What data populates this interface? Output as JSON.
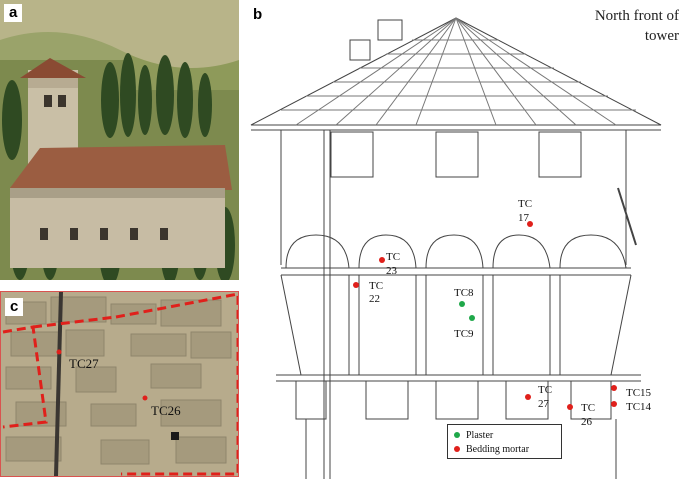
{
  "panel_a": {
    "letter": "a"
  },
  "panel_b": {
    "letter": "b",
    "caption_line1": "North front of",
    "caption_line2": "tower",
    "samples": [
      {
        "label_top": "TC",
        "label_bottom": "17",
        "type": "mortar"
      },
      {
        "label_top": "TC",
        "label_bottom": "23",
        "type": "mortar"
      },
      {
        "label_top": "TC",
        "label_bottom": "22",
        "type": "mortar"
      },
      {
        "label_top": "TC8",
        "label_bottom": "",
        "type": "plaster"
      },
      {
        "label_top": "TC9",
        "label_bottom": "",
        "type": "plaster"
      },
      {
        "label_top": "TC",
        "label_bottom": "27",
        "type": "mortar"
      },
      {
        "label_top": "TC",
        "label_bottom": "26",
        "type": "mortar"
      },
      {
        "label_top": "TC15",
        "label_bottom": "",
        "type": "mortar"
      },
      {
        "label_top": "TC14",
        "label_bottom": "",
        "type": "mortar"
      }
    ],
    "legend": {
      "plaster_label": "Plaster",
      "mortar_label": "Bedding mortar",
      "plaster_color": "#1fa84a",
      "mortar_color": "#e0201b"
    }
  },
  "panel_c": {
    "letter": "c",
    "labels": [
      "TC27",
      "TC26"
    ],
    "outline_color": "#e0201b"
  }
}
